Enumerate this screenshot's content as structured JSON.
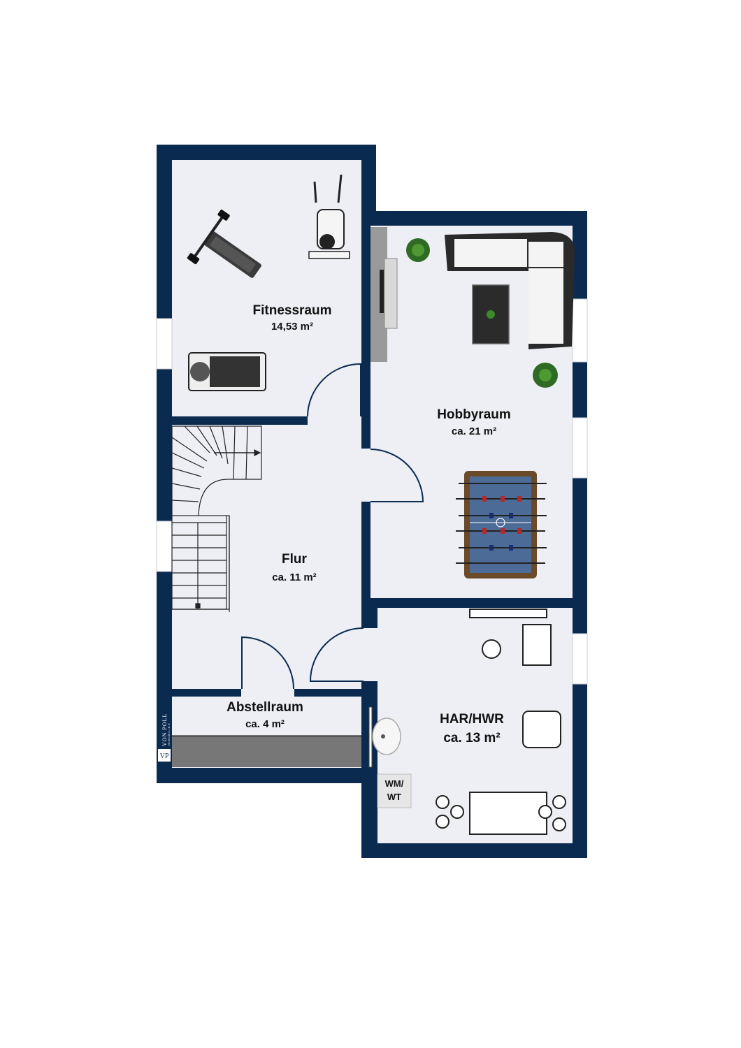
{
  "colors": {
    "wall": "#0b2a4f",
    "floor": "#eeeff5",
    "window": "#ffffff",
    "door": "#0b2a4f",
    "storage": "#777777"
  },
  "rooms": [
    {
      "id": "fitnessraum",
      "name": "Fitnessraum",
      "area": "14,53 m²"
    },
    {
      "id": "hobbyraum",
      "name": "Hobbyraum",
      "area": "ca. 21 m²"
    },
    {
      "id": "flur",
      "name": "Flur",
      "area": "ca. 11 m²"
    },
    {
      "id": "abstellraum",
      "name": "Abstellraum",
      "area": "ca. 4 m²"
    },
    {
      "id": "har-hwr",
      "name": "HAR/HWR",
      "area": "ca. 13 m²"
    }
  ],
  "appliance_label": {
    "line1": "WM/",
    "line2": "WT"
  },
  "logo": {
    "brand": "VON POLL",
    "tagline": "IMMOBILIEN",
    "mark": "VP"
  },
  "icons": [
    "weight-bench-icon",
    "elliptical-trainer-icon",
    "treadmill-icon",
    "plant-icon",
    "sofa-icon",
    "coffee-table-icon",
    "tv-stand-icon",
    "foosball-table-icon",
    "staircase-icon",
    "washbasin-icon",
    "dining-table-icon",
    "chair-icon"
  ]
}
